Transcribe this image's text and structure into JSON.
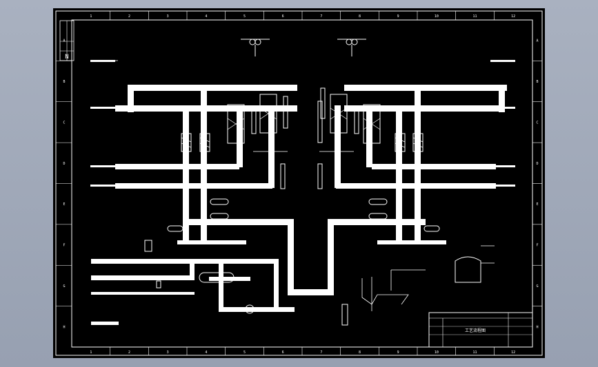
{
  "drawing": {
    "colors": {
      "background": "#000000",
      "line": "#ffffff",
      "viewport_frame": "#a3abba"
    },
    "top_grid_labels": [
      "1",
      "2",
      "3",
      "4",
      "5",
      "6",
      "7",
      "8",
      "9",
      "10",
      "11",
      "12"
    ],
    "side_grid_labels": [
      "A",
      "B",
      "C",
      "D",
      "E",
      "F",
      "G",
      "H"
    ],
    "revision_box_symbol": "N",
    "title_block": {
      "title": "工艺流程图"
    }
  }
}
